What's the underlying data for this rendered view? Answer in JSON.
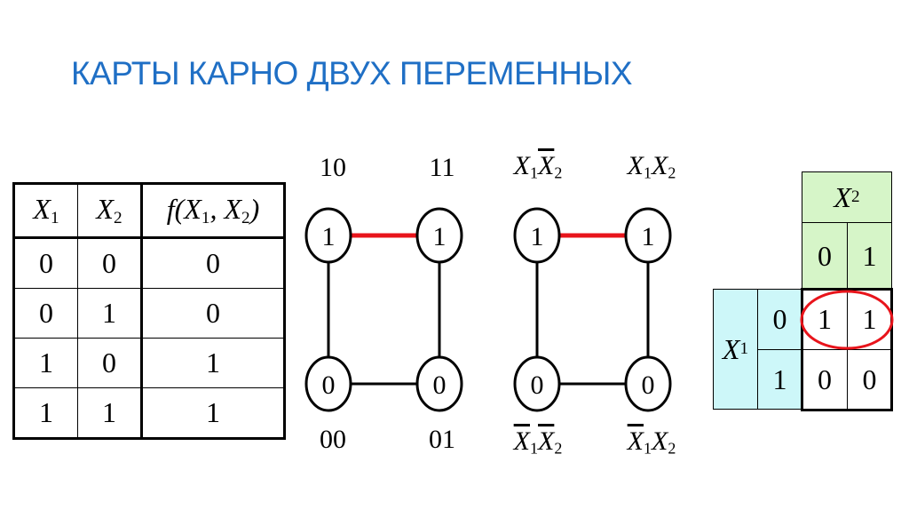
{
  "title": "КАРТЫ КАРНО ДВУХ ПЕРЕМЕННЫХ",
  "truth_table": {
    "headers": [
      {
        "var": "X",
        "sub": "1"
      },
      {
        "var": "X",
        "sub": "2"
      },
      {
        "f": "f(",
        "a": "X",
        "as": "1",
        "sep": ", ",
        "b": "X",
        "bs": "2",
        "close": ")"
      }
    ],
    "rows": [
      [
        "0",
        "0",
        "0"
      ],
      [
        "0",
        "1",
        "0"
      ],
      [
        "1",
        "0",
        "1"
      ],
      [
        "1",
        "1",
        "1"
      ]
    ]
  },
  "graph_binary": {
    "nodes": [
      {
        "label": "10",
        "value": "1"
      },
      {
        "label": "11",
        "value": "1"
      },
      {
        "label": "00",
        "value": "0"
      },
      {
        "label": "01",
        "value": "0"
      }
    ],
    "highlight_color": "#e8141b"
  },
  "graph_literal": {
    "nodes": [
      {
        "value": "1",
        "v1": "X",
        "s1": "1",
        "v2": "X",
        "s2": "2",
        "neg1": false,
        "neg2": true
      },
      {
        "value": "1",
        "v1": "X",
        "s1": "1",
        "v2": "X",
        "s2": "2",
        "neg1": false,
        "neg2": false
      },
      {
        "value": "0",
        "v1": "X",
        "s1": "1",
        "v2": "X",
        "s2": "2",
        "neg1": true,
        "neg2": true
      },
      {
        "value": "0",
        "v1": "X",
        "s1": "1",
        "v2": "X",
        "s2": "2",
        "neg1": true,
        "neg2": false
      }
    ]
  },
  "kmap": {
    "col_var": "X",
    "col_sub": "2",
    "row_var": "X",
    "row_sub": "1",
    "col_values": [
      "0",
      "1"
    ],
    "row_values": [
      "0",
      "1"
    ],
    "cells": [
      [
        "1",
        "1"
      ],
      [
        "0",
        "0"
      ]
    ],
    "colors": {
      "col_header": "#d6f5c8",
      "row_header": "#cdf7f9",
      "group": "#e8141b"
    }
  }
}
